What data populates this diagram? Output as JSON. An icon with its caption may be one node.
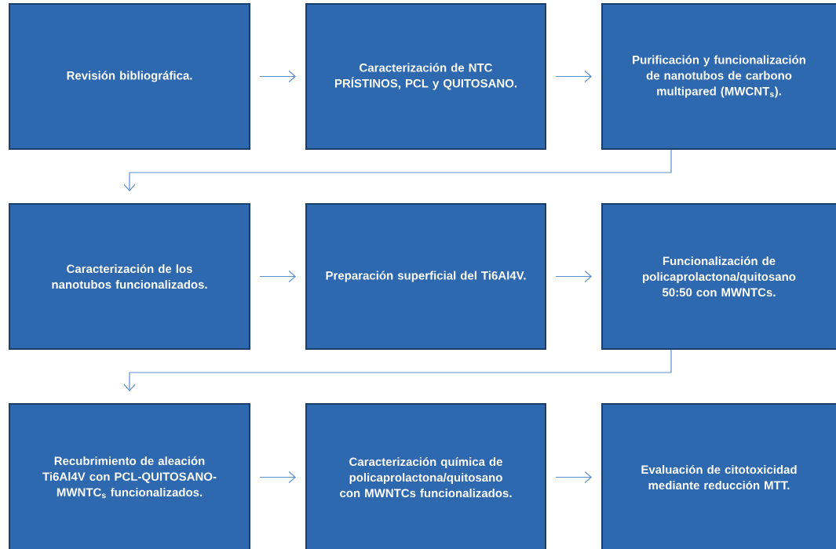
{
  "diagram": {
    "nodes": [
      {
        "text": [
          "Revisión bibliográfica."
        ]
      },
      {
        "text": [
          "Caracterización de NTC PRÍSTINOS, PCL y QUITOSANO."
        ]
      },
      {
        "text": [
          "Purificación y funcionalización de nanotubos de carbono multipared (MWCNT$_{s}$)."
        ]
      },
      {
        "text": [
          "Caracterización de los nanotubos funcionalizados."
        ]
      },
      {
        "text": [
          "Preparación superficial del Ti6Al4V."
        ]
      },
      {
        "text": [
          "Funcionalización de policaprolactona/quitosano 50:50 con MWNTCs."
        ]
      },
      {
        "text": [
          "Recubrimiento de aleación Ti6Al4V con PCL-QUITOSANO-MWNTC$_{s}$ funcionalizados."
        ]
      },
      {
        "text": [
          "Caracterización química de policaprolactona/quitosano con MWNTCs funcionalizados."
        ]
      },
      {
        "text": [
          "Evaluación de citotoxicidad mediante reducción MTT."
        ]
      }
    ],
    "edges": [
      {
        "from": 0,
        "to": 1,
        "arrow": "to"
      },
      {
        "from": 1,
        "to": 2,
        "arrow": "to"
      },
      {
        "from": 2,
        "to": 3,
        "arrow": "to"
      },
      {
        "from": 3,
        "to": 4,
        "arrow": "to"
      },
      {
        "from": 4,
        "to": 5,
        "arrow": "to"
      },
      {
        "from": 5,
        "to": 6,
        "arrow": "to"
      },
      {
        "from": 6,
        "to": 7,
        "arrow": "to"
      },
      {
        "from": 7,
        "to": 8,
        "arrow": "to"
      }
    ]
  }
}
